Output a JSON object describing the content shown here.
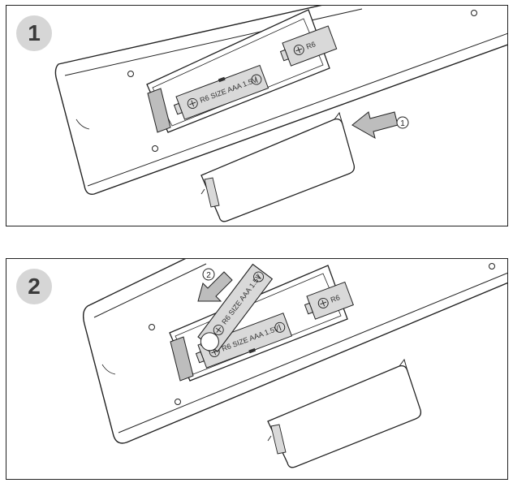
{
  "steps": [
    {
      "number": "1",
      "arrow_marker": "1",
      "battery_labels": [
        "R6 SIZE AAA 1.5V",
        "R6"
      ]
    },
    {
      "number": "2",
      "arrow_marker": "2",
      "battery_labels": [
        "R6 SIZE AAA 1.5V",
        "R6 SIZE AAA 1.5V",
        "R6"
      ]
    }
  ],
  "icons": {
    "plus": "plus-icon",
    "minus": "minus-icon"
  },
  "colors": {
    "outline": "#222222",
    "battery_fill": "#d9d9d9",
    "arrow_fill": "#bdbdbd",
    "badge_fill": "#d6d6d6"
  }
}
